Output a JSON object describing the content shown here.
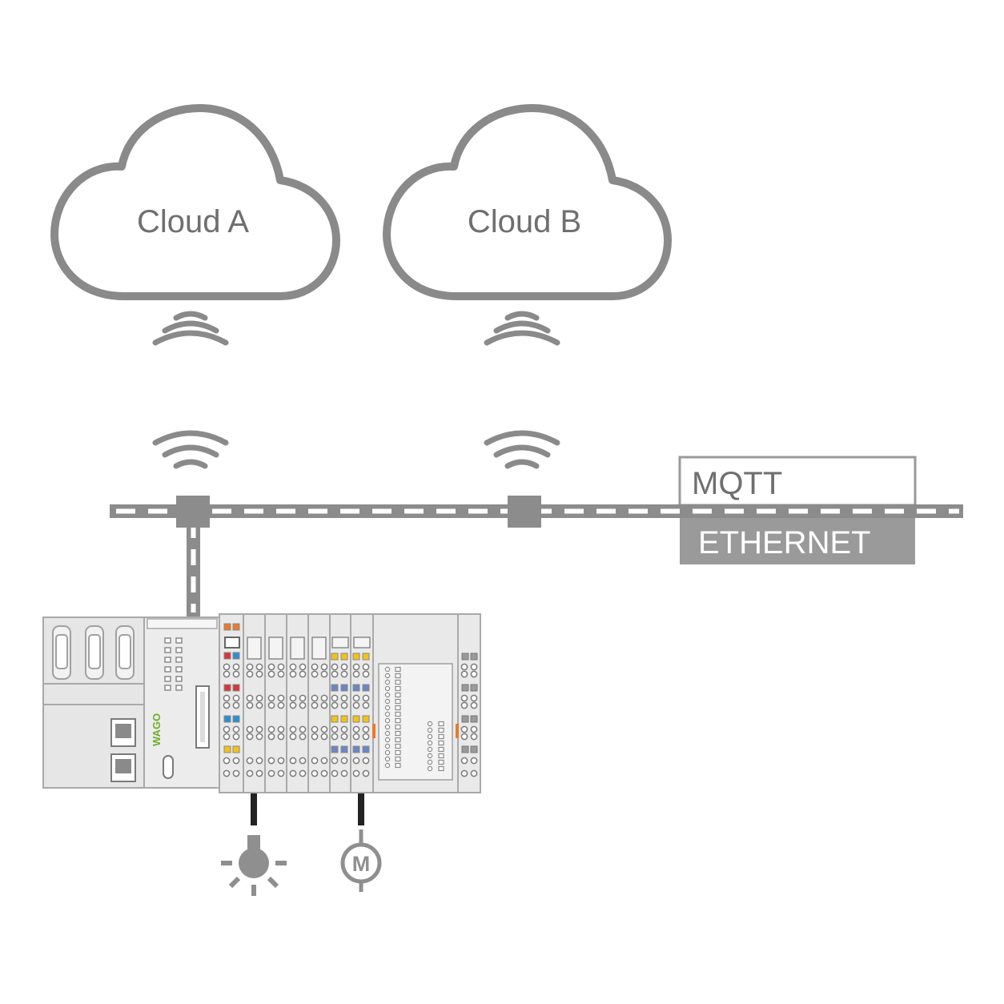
{
  "clouds": [
    {
      "id": "cloud-a",
      "label": "Cloud A"
    },
    {
      "id": "cloud-b",
      "label": "Cloud B"
    }
  ],
  "network": {
    "protocol_label": "MQTT",
    "medium_label": "ETHERNET"
  },
  "controller": {
    "brand_logo": "WAGO"
  },
  "peripherals": [
    {
      "name": "lamp",
      "icon": "light-bulb-icon"
    },
    {
      "name": "motor",
      "icon": "motor-icon",
      "label": "M"
    }
  ],
  "colors": {
    "line": "#8c8c8c",
    "cloud_outline": "#8a8a8a",
    "device_body": "#e6e6e6",
    "device_outline": "#a9a9a9",
    "ethernet_box": "#9a9a9a",
    "logo_green": "#6ab023",
    "orange": "#e87a2e",
    "red": "#d9353b",
    "blue": "#2b8fd0",
    "yellow": "#f2c21b",
    "slate_blue": "#6a86c4"
  }
}
